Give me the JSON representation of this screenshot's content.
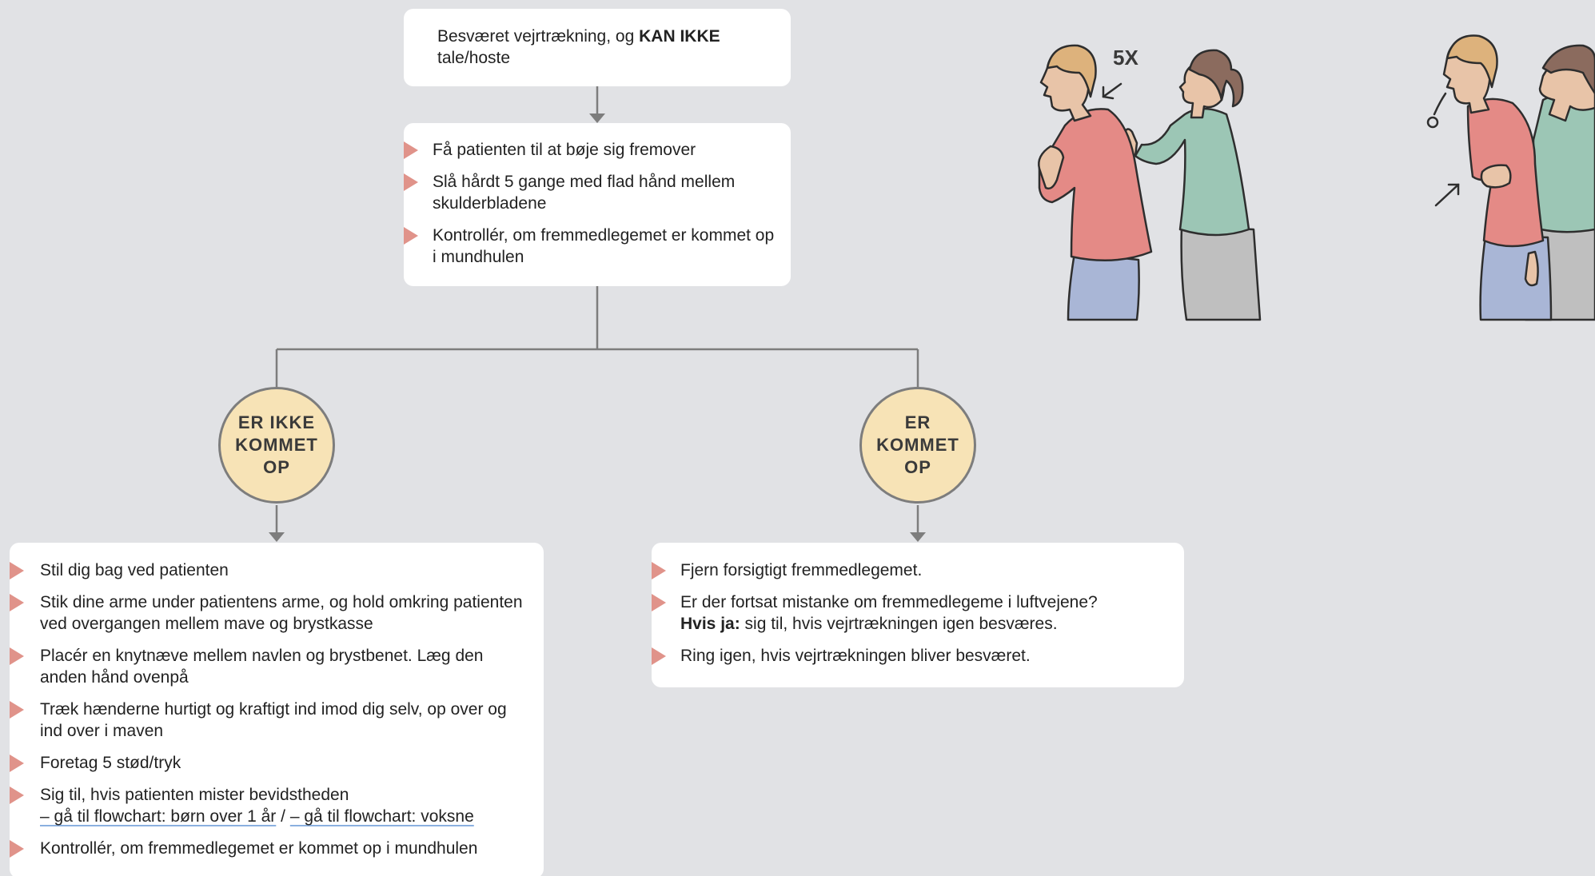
{
  "top_box": {
    "text_a": "Besværet vejrtrækning, og ",
    "text_bold": "KAN IKKE",
    "text_b": " tale/hoste"
  },
  "second_box": {
    "items": [
      "Få patienten til at bøje sig fremover",
      "Slå hårdt 5 gange med flad hånd mellem skulderbladene",
      "Kontrollér, om fremmedlegemet er kommet op i mundhulen"
    ]
  },
  "left_branch": {
    "circle_line1_a": "ER ",
    "circle_line1_b": "IKKE",
    "circle_line2": "KOMMET",
    "circle_line3": "OP",
    "items": {
      "i0": "Stil dig bag ved patienten",
      "i1": "Stik dine arme under patientens arme, og hold omkring patienten ved overgangen mellem mave og brystkasse",
      "i2": "Placér en knytnæve mellem navlen og brystbenet. Læg den anden hånd ovenpå",
      "i3": "Træk hænderne hurtigt og kraftigt ind imod dig selv, op over og ind over i maven",
      "i4": "Foretag 5 stød/tryk",
      "i5_text": "Sig til, hvis patienten mister bevidstheden",
      "i5_link1": "– gå til flowchart: børn over 1 år",
      "i5_sep": " / ",
      "i5_link2": "– gå til flowchart: voksne",
      "i6": "Kontrollér, om fremmedlegemet er kommet op i mundhulen"
    }
  },
  "right_branch": {
    "circle_line1": "ER",
    "circle_line2": "KOMMET",
    "circle_line3": "OP",
    "items": {
      "i0": "Fjern forsigtigt fremmedlegemet.",
      "i1_text": "Er der fortsat mistanke om fremmedlegeme i luftvejene?",
      "i1_bold": "Hvis ja:",
      "i1_rest": " sig til, hvis vejrtrækningen igen besværes.",
      "i2": "Ring igen, hvis vejrtrækningen bliver besværet."
    }
  },
  "illustration_back_blows": {
    "label": "5X"
  },
  "colors": {
    "background": "#e1e2e5",
    "box": "#ffffff",
    "bullet": "#e0938a",
    "circle_fill": "#f7e3b6",
    "connector": "#7d7d7d",
    "shirt_red": "#e48a86",
    "shirt_green": "#9cc6b5",
    "pants_blue": "#a9b6d6",
    "pants_grey": "#bfbfbf",
    "skin": "#e8c4a8",
    "hair_blond": "#ddb27c",
    "hair_brown": "#8b6b5e"
  }
}
